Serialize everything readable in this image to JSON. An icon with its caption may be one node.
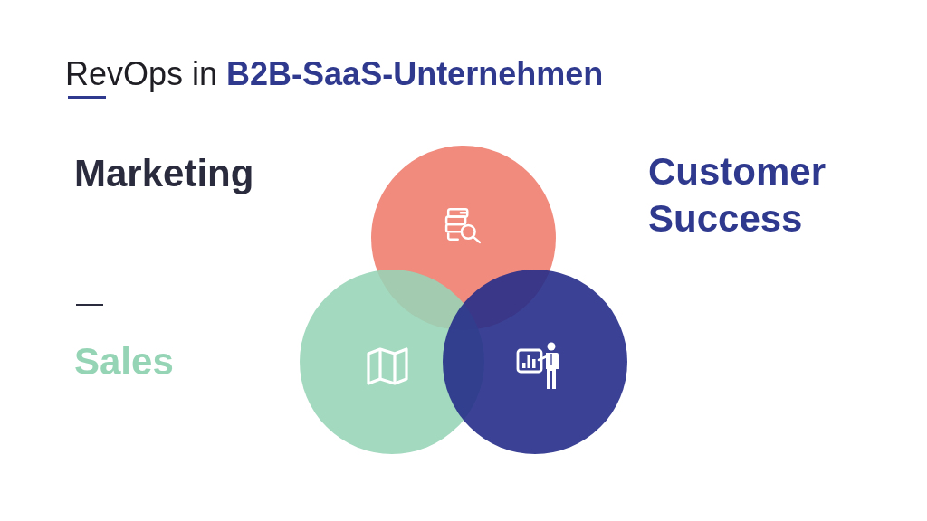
{
  "diagram": {
    "title": "RevOps in **B2B-SaaS-Unternehmen**",
    "nodes": [
      {
        "text": [],
        "shape": "circle"
      },
      {
        "text": [],
        "shape": "circle"
      },
      {
        "text": [],
        "shape": "circle"
      }
    ],
    "labels": [
      "Marketing",
      "Customer Success",
      "Sales"
    ]
  }
}
